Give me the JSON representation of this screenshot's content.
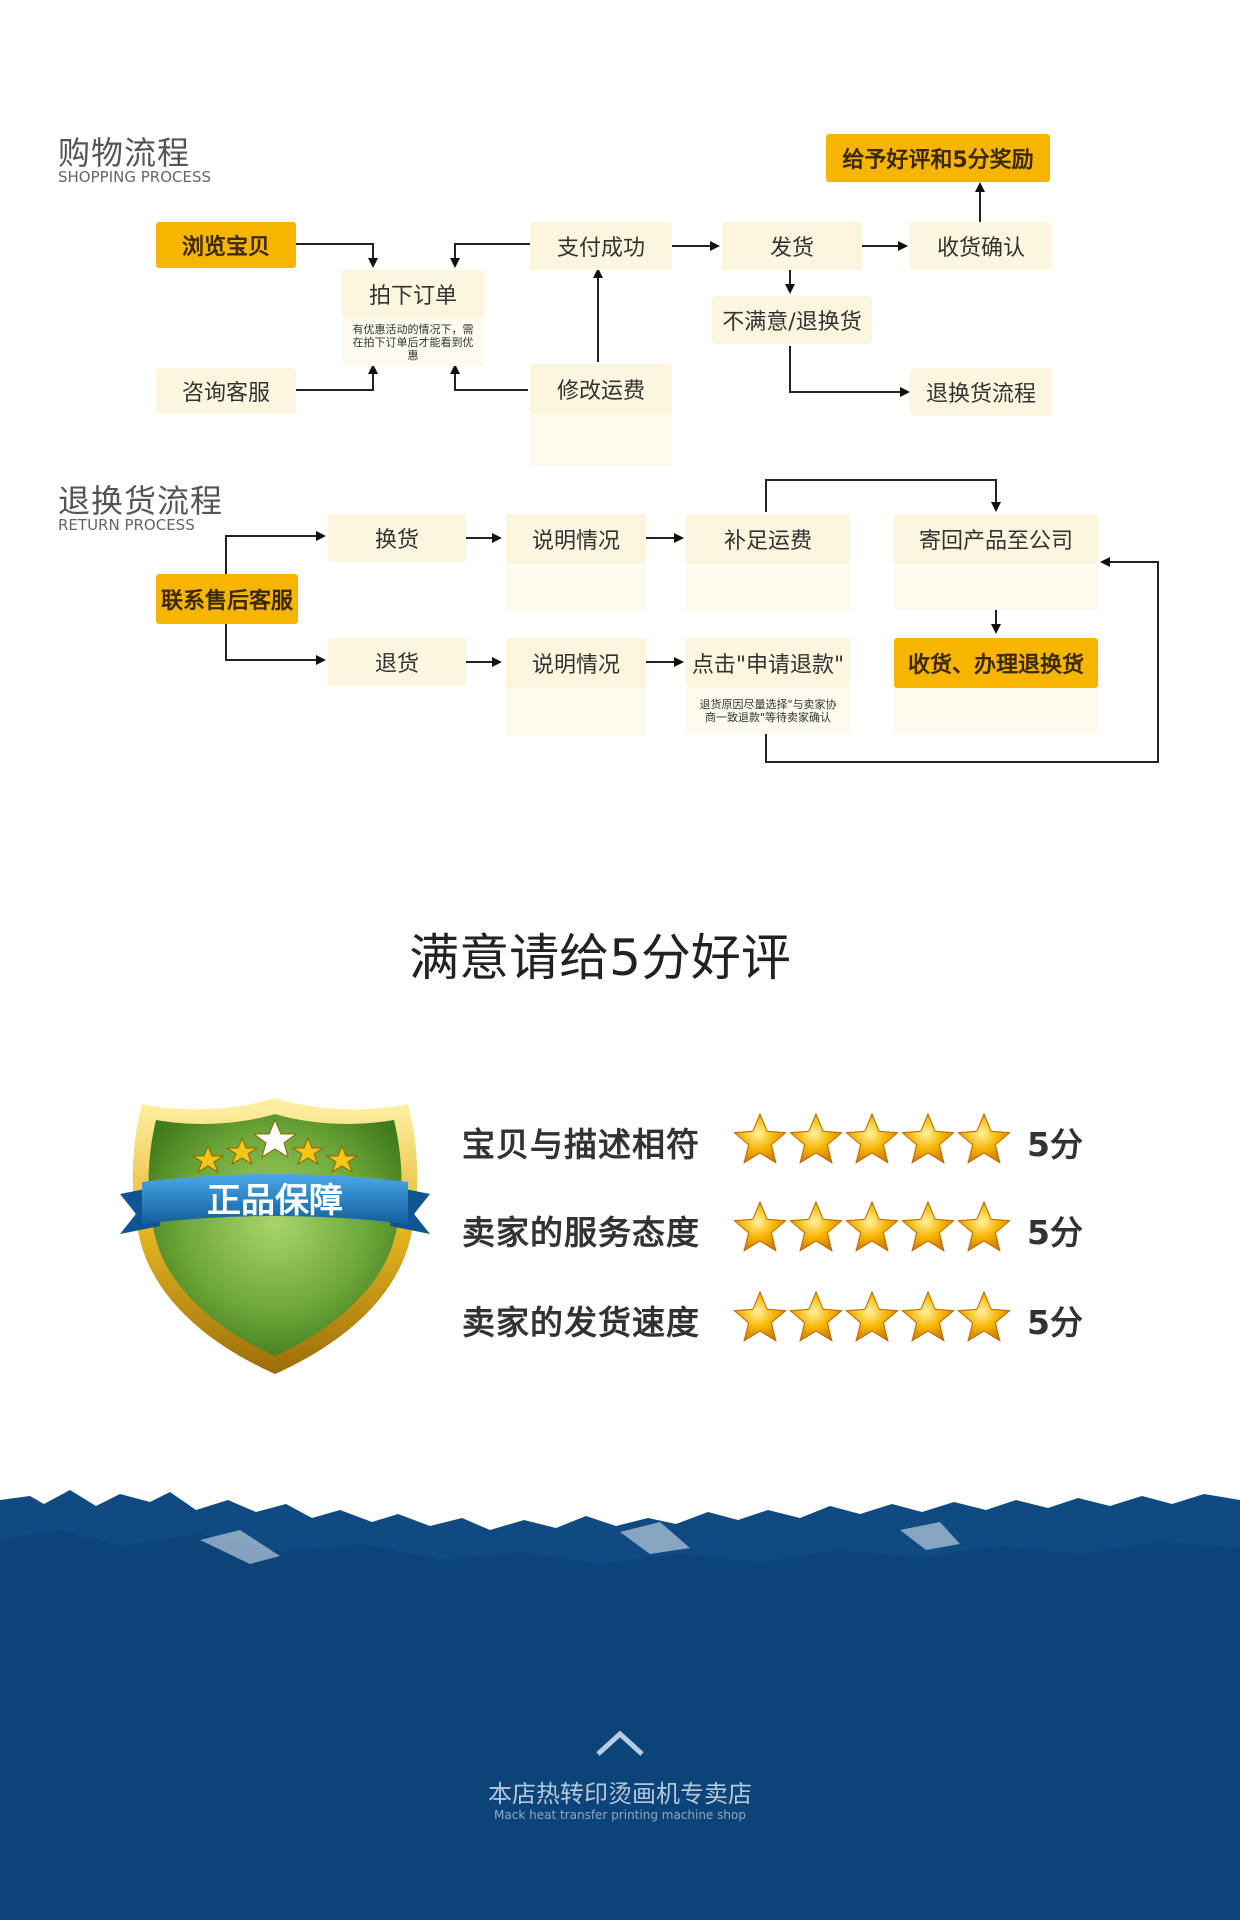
{
  "shopping": {
    "title": "购物流程",
    "subtitle": "SHOPPING PROCESS",
    "browse": "浏览宝贝",
    "consult": "咨询客服",
    "place_order": "拍下订单",
    "place_order_note": "有优惠活动的情况下，需在拍下订单后才能看到优惠",
    "modify_shipping": "修改运费",
    "payment_success": "支付成功",
    "ship": "发货",
    "confirm_receipt": "收货确认",
    "good_review": "给予好评和5分奖励",
    "unsatisfied": "不满意/退换货",
    "return_process": "退换货流程"
  },
  "returns": {
    "title": "退换货流程",
    "subtitle": "RETURN PROCESS",
    "contact": "联系售后客服",
    "exchange": "换货",
    "refund": "退货",
    "explain_1": "说明情况",
    "explain_2": "说明情况",
    "add_shipping": "补足运费",
    "send_back": "寄回产品至公司",
    "apply_refund": "点击\"申请退款\"",
    "apply_refund_note": "退货原因尽量选择\"与卖家协商一致退款\"等待卖家确认",
    "receive_handle": "收货、办理退换货"
  },
  "review": {
    "heading": "满意请给5分好评",
    "badge_text": "正品保障",
    "ratings": [
      {
        "label": "宝贝与描述相符",
        "stars": 5,
        "score": "5分"
      },
      {
        "label": "卖家的服务态度",
        "stars": 5,
        "score": "5分"
      },
      {
        "label": "卖家的发货速度",
        "stars": 5,
        "score": "5分"
      }
    ]
  },
  "footer": {
    "shop_name": "本店热转印烫画机专卖店",
    "shop_name_en": "Mack heat transfer printing machine shop"
  },
  "colors": {
    "accent": "#f7b500",
    "box": "#fbf6dd",
    "footer_blue": "#0f4a82",
    "shield_green": "#6fa83a",
    "ribbon_blue": "#1d7cc4"
  }
}
